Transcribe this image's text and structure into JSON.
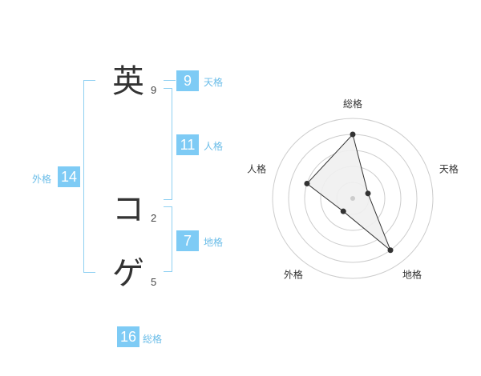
{
  "name": {
    "characters": [
      {
        "char": "英",
        "strokes": "9"
      },
      {
        "char": "コ",
        "strokes": "2"
      },
      {
        "char": "ゲ",
        "strokes": "5"
      }
    ]
  },
  "fortune": {
    "tenkaku": {
      "value": "9",
      "label": "天格"
    },
    "jinkaku": {
      "value": "11",
      "label": "人格"
    },
    "chikaku": {
      "value": "7",
      "label": "地格"
    },
    "gaikaku": {
      "value": "14",
      "label": "外格"
    },
    "soukaku": {
      "value": "16",
      "label": "総格"
    }
  },
  "chart_data": {
    "type": "radar",
    "axes": [
      "総格",
      "天格",
      "地格",
      "外格",
      "人格"
    ],
    "values": [
      4,
      1,
      4,
      1,
      3
    ],
    "max": 5,
    "rings": 5,
    "colors": {
      "fill": "#f0f0f0",
      "line": "#333333",
      "grid": "#cccccc"
    }
  }
}
